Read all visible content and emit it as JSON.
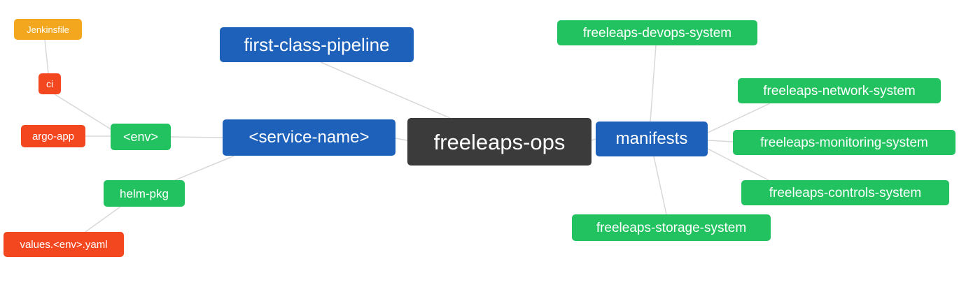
{
  "diagram": {
    "type": "mindmap",
    "root": "freeleaps-ops",
    "edge_color": "#d8d8d8",
    "colors": {
      "root_bg": "#3b3b3b",
      "blue": "#1d61ba",
      "green": "#21c25f",
      "red": "#f34720",
      "orange": "#f2a71e",
      "text": "#ffffff"
    }
  },
  "nodes": {
    "freeleaps_ops": {
      "label": "freeleaps-ops",
      "color": "#3b3b3b"
    },
    "first_class_pipeline": {
      "label": "first-class-pipeline",
      "color": "#1d61ba"
    },
    "service_name": {
      "label": "<service-name>",
      "color": "#1d61ba"
    },
    "manifests": {
      "label": "manifests",
      "color": "#1d61ba"
    },
    "env": {
      "label": "<env>",
      "color": "#21c25f"
    },
    "helm_pkg": {
      "label": "helm-pkg",
      "color": "#21c25f"
    },
    "ci": {
      "label": "ci",
      "color": "#f34720"
    },
    "argo_app": {
      "label": "argo-app",
      "color": "#f34720"
    },
    "jenkinsfile": {
      "label": "Jenkinsfile",
      "color": "#f2a71e"
    },
    "values_env_yaml": {
      "label": "values.<env>.yaml",
      "color": "#f34720"
    },
    "devops_system": {
      "label": "freeleaps-devops-system",
      "color": "#21c25f"
    },
    "network_system": {
      "label": "freeleaps-network-system",
      "color": "#21c25f"
    },
    "monitoring_system": {
      "label": "freeleaps-monitoring-system",
      "color": "#21c25f"
    },
    "controls_system": {
      "label": "freeleaps-controls-system",
      "color": "#21c25f"
    },
    "storage_system": {
      "label": "freeleaps-storage-system",
      "color": "#21c25f"
    }
  },
  "edges": [
    [
      "freeleaps-ops",
      "first-class-pipeline"
    ],
    [
      "freeleaps-ops",
      "<service-name>"
    ],
    [
      "freeleaps-ops",
      "manifests"
    ],
    [
      "<service-name>",
      "<env>"
    ],
    [
      "<service-name>",
      "helm-pkg"
    ],
    [
      "<env>",
      "ci"
    ],
    [
      "<env>",
      "argo-app"
    ],
    [
      "ci",
      "Jenkinsfile"
    ],
    [
      "helm-pkg",
      "values.<env>.yaml"
    ],
    [
      "manifests",
      "freeleaps-devops-system"
    ],
    [
      "manifests",
      "freeleaps-network-system"
    ],
    [
      "manifests",
      "freeleaps-monitoring-system"
    ],
    [
      "manifests",
      "freeleaps-controls-system"
    ],
    [
      "manifests",
      "freeleaps-storage-system"
    ]
  ]
}
